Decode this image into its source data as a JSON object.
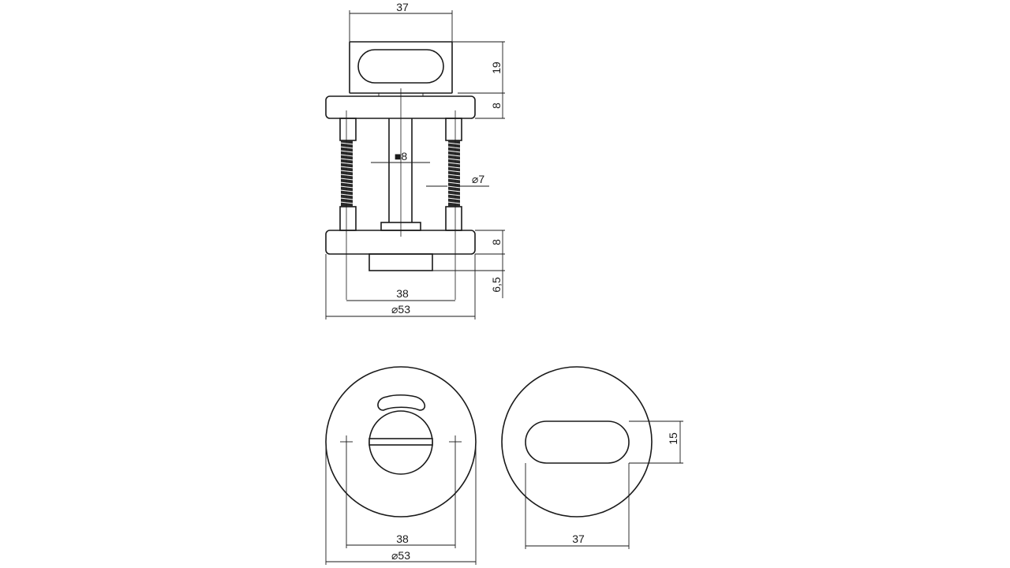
{
  "side_view": {
    "top_width": "37",
    "top_height": "19",
    "rose_top_thickness": "8",
    "square_spindle": "■8",
    "screw_diameter": "⌀7",
    "rose_bottom_thickness": "8",
    "bottom_depth": "6,5",
    "hole_spacing": "38",
    "rose_diameter": "⌀53"
  },
  "front_view_left": {
    "hole_spacing": "38",
    "rose_diameter": "⌀53"
  },
  "front_view_right": {
    "slot_height": "15",
    "slot_width": "37"
  },
  "colors": {
    "line": "#1a1a1a",
    "background": "#ffffff"
  }
}
